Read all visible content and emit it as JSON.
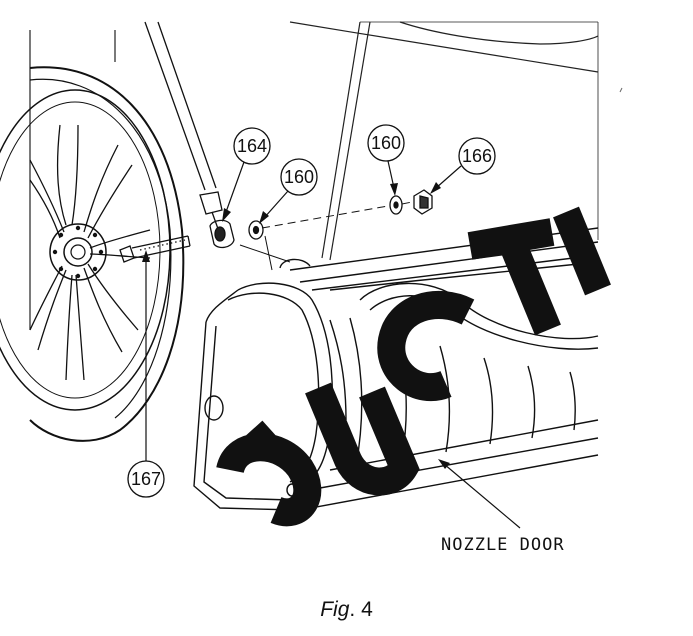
{
  "callouts": {
    "c164": "164",
    "c160a": "160",
    "c160b": "160",
    "c166": "166",
    "c167": "167"
  },
  "labels": {
    "nozzle_door": "NOZZLE DOOR"
  },
  "caption": {
    "fig": "Fig",
    "number": ". 4"
  }
}
